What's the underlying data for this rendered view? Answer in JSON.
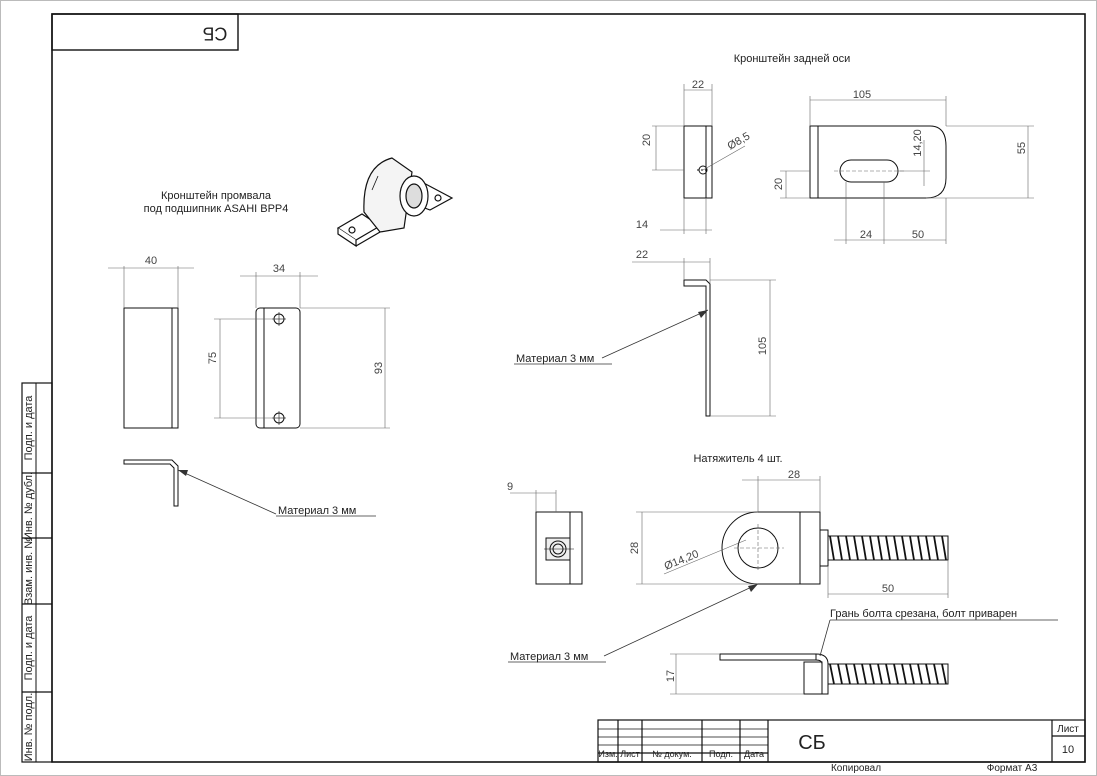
{
  "top_stamp": {
    "code": "СБ"
  },
  "left_strip": {
    "labels": [
      "Подп. и дата",
      "Инв. № дубл.",
      "Взам. инв. №",
      "Подп. и дата",
      "Инв. № подл."
    ]
  },
  "rear_axle": {
    "title": "Кронштейн задней оси",
    "dims": {
      "d1": "22",
      "d2": "20",
      "d3": "14",
      "d4": "Ø8,5",
      "d5": "105",
      "d6": "14,20",
      "d7": "55",
      "d8": "20",
      "d9": "24",
      "d10": "50",
      "d11": "22",
      "d12": "105"
    },
    "material": "Материал 3 мм"
  },
  "intermediate_shaft": {
    "title_line1": "Кронштейн промвала",
    "title_line2": "под подшипник ASAHI BPP4",
    "dims": {
      "w1": "40",
      "w2": "34",
      "h1": "75",
      "h2": "93"
    },
    "material": "Материал 3 мм"
  },
  "tensioner": {
    "title": "Натяжитель 4 шт.",
    "dims": {
      "t1": "9",
      "t2": "28",
      "t3": "28",
      "t4": "Ø14,20",
      "t5": "50",
      "t6": "17"
    },
    "material": "Материал 3 мм",
    "note": "Грань болта срезана, болт приварен"
  },
  "title_block": {
    "headers": [
      "Изм.",
      "Лист",
      "№ докум.",
      "Подп.",
      "Дата"
    ],
    "code": "СБ",
    "sheet_label": "Лист",
    "sheet_number": "10",
    "copied": "Копировал",
    "format": "Формат А3"
  }
}
